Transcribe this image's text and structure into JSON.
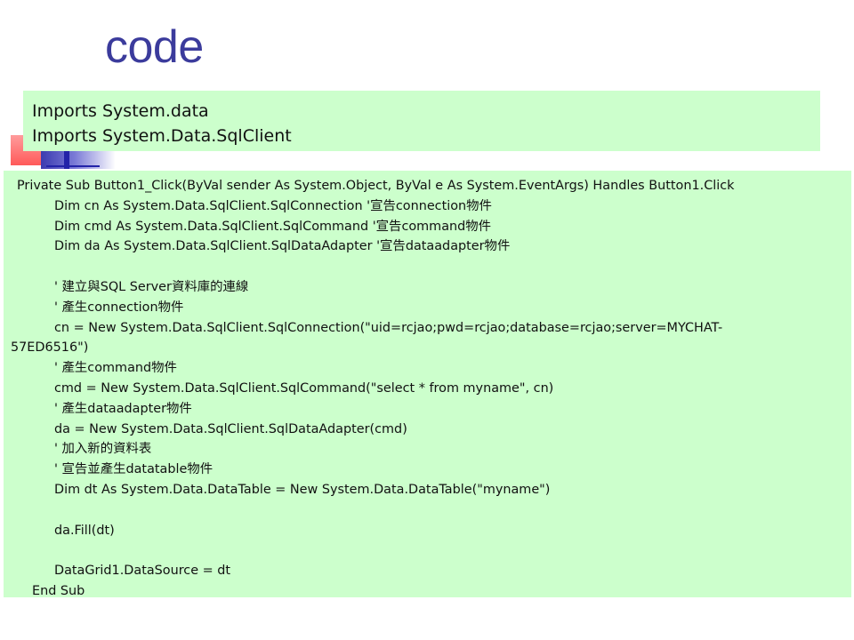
{
  "slide": {
    "title": "code",
    "imports": [
      "Imports System.data",
      "Imports System.Data.SqlClient"
    ],
    "code_lines": [
      {
        "indent": "ind0",
        "text": "Private Sub Button1_Click(ByVal sender As System.Object, ByVal e As System.EventArgs) Handles Button1.Click"
      },
      {
        "indent": "ind1",
        "text": "Dim cn As System.Data.SqlClient.SqlConnection   '宣告connection物件"
      },
      {
        "indent": "ind1",
        "text": "Dim cmd As System.Data.SqlClient.SqlCommand    '宣告command物件"
      },
      {
        "indent": "ind1",
        "text": "Dim da As System.Data.SqlClient.SqlDataAdapter  '宣告dataadapter物件"
      },
      {
        "indent": "ind1",
        "text": ""
      },
      {
        "indent": "ind1",
        "text": "' 建立與SQL Server資料庫的連線"
      },
      {
        "indent": "ind1",
        "text": "' 產生connection物件"
      },
      {
        "indent": "ind1",
        "text": "cn = New System.Data.SqlClient.SqlConnection(\"uid=rcjao;pwd=rcjao;database=rcjao;server=MYCHAT-"
      },
      {
        "indent": "ind-wrap",
        "text": "57ED6516\")"
      },
      {
        "indent": "ind1",
        "text": "' 產生command物件"
      },
      {
        "indent": "ind1",
        "text": "cmd = New System.Data.SqlClient.SqlCommand(\"select * from myname\", cn)"
      },
      {
        "indent": "ind1",
        "text": "' 產生dataadapter物件"
      },
      {
        "indent": "ind1",
        "text": "da = New System.Data.SqlClient.SqlDataAdapter(cmd)"
      },
      {
        "indent": "ind1",
        "text": "' 加入新的資料表"
      },
      {
        "indent": "ind1",
        "text": "' 宣告並產生datatable物件"
      },
      {
        "indent": "ind1",
        "text": "Dim dt As System.Data.DataTable = New System.Data.DataTable(\"myname\")"
      },
      {
        "indent": "ind1",
        "text": ""
      },
      {
        "indent": "ind1",
        "text": "da.Fill(dt)"
      },
      {
        "indent": "ind1",
        "text": ""
      },
      {
        "indent": "ind1",
        "text": "DataGrid1.DataSource = dt"
      },
      {
        "indent": "ind-end",
        "text": "End Sub"
      }
    ]
  },
  "colors": {
    "title": "#3b3b9c",
    "box_background": "#ccffcc",
    "accent_red": "#ff5a5a",
    "accent_blue": "#2323a8"
  }
}
